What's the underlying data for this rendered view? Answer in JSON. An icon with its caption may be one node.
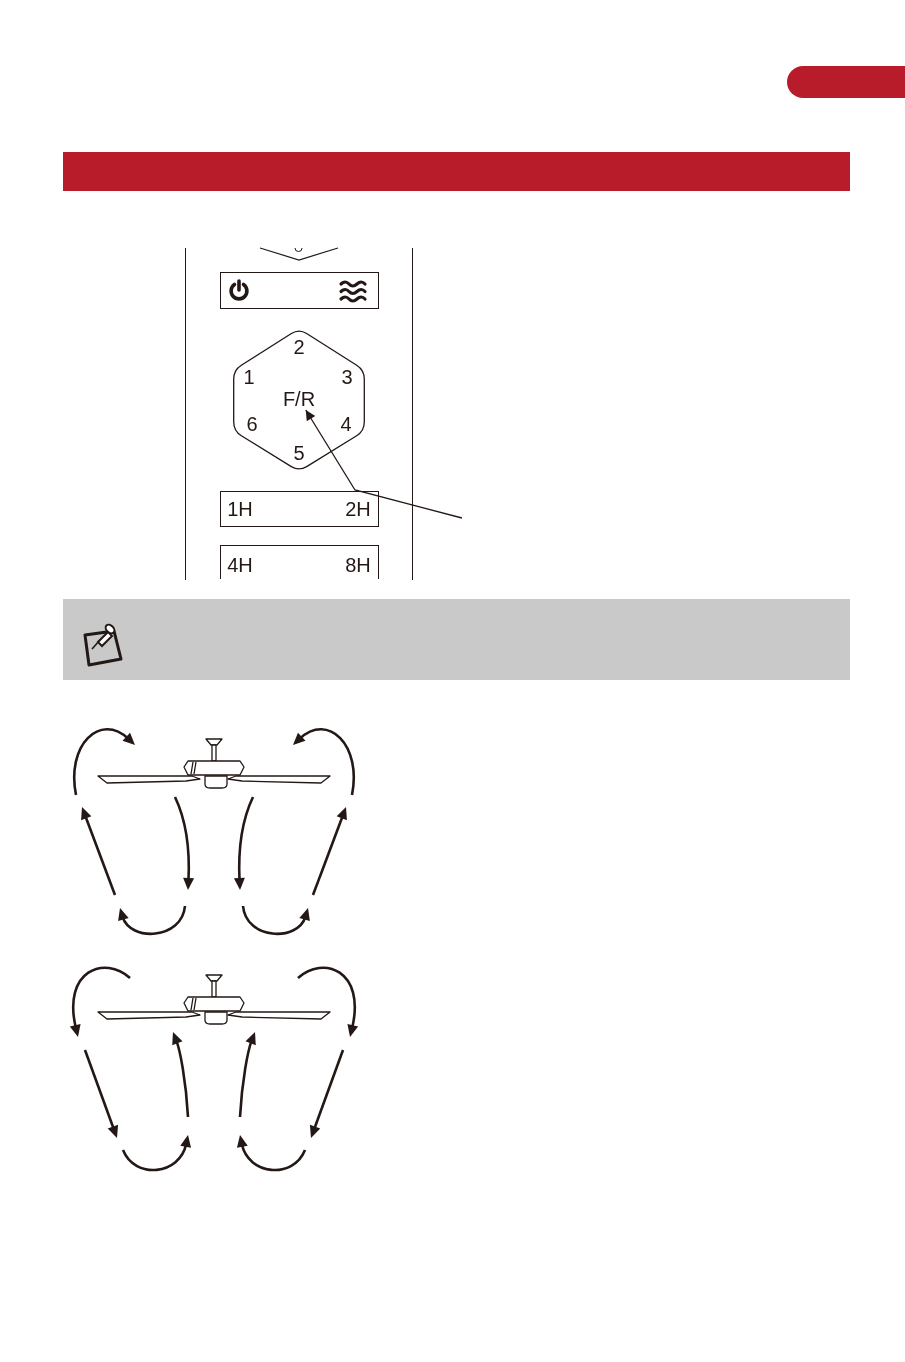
{
  "diagram": {
    "nodes": [
      {
        "text": [],
        "shape": "box"
      },
      {
        "text": [],
        "shape": "box",
        "in": 0
      },
      {
        "text": [
          "2",
          "1",
          "3",
          "6",
          "4",
          "5"
        ],
        "in": 0
      },
      {
        "text": [
          "F/R"
        ],
        "in": 2
      },
      {
        "text": [
          "1H",
          "2H"
        ],
        "in": 0
      },
      {
        "text": [
          "4H",
          "8H"
        ],
        "in": 0
      }
    ],
    "edges": [
      {
        "from": null,
        "to": 3,
        "arrow": "to"
      }
    ]
  }
}
